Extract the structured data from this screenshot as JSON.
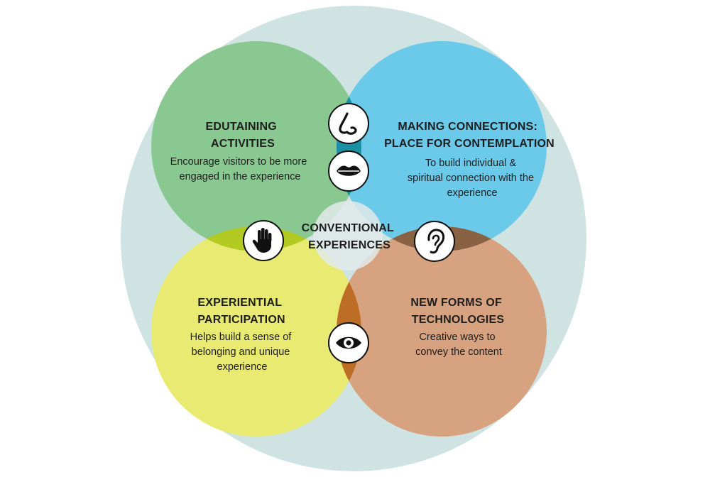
{
  "colors": {
    "background_circle": "#cfe4e2",
    "green": "#8ac891",
    "blue": "#6bc9ea",
    "yellow": "#e8ea72",
    "orange": "#d7a27f",
    "center": "#e2eaea",
    "icon_fill": "#ffffff",
    "icon_stroke": "#111111"
  },
  "quadrants": {
    "top_left": {
      "title_lines": [
        "EDUTAINING",
        "ACTIVITIES"
      ],
      "body_lines": [
        "Encourage visitors to be more",
        "engaged in the experience"
      ]
    },
    "top_right": {
      "title_lines": [
        "MAKING CONNECTIONS:",
        "PLACE FOR CONTEMPLATION"
      ],
      "body_lines": [
        "To build individual &",
        "spiritual connection with the",
        "experience"
      ]
    },
    "bottom_left": {
      "title_lines": [
        "EXPERIENTIAL",
        "PARTICIPATION"
      ],
      "body_lines": [
        "Helps build a sense of",
        "belonging and unique",
        "experience"
      ]
    },
    "bottom_right": {
      "title_lines": [
        "NEW FORMS OF",
        "TECHNOLOGIES"
      ],
      "body_lines": [
        "Creative ways to",
        "convey the content"
      ]
    }
  },
  "center": {
    "title_lines": [
      "CONVENTIONAL",
      "EXPERIENCES"
    ]
  },
  "icons": [
    "nose-icon",
    "mouth-icon",
    "hand-icon",
    "ear-icon",
    "eye-icon"
  ]
}
